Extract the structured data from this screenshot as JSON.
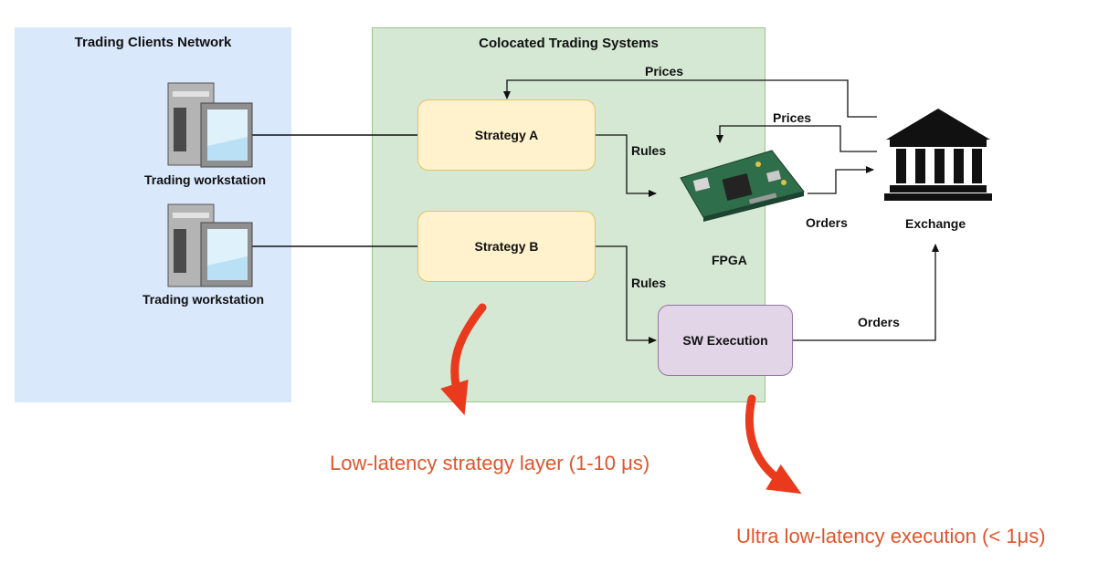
{
  "panels": {
    "clients_title": "Trading Clients Network",
    "colocated_title": "Colocated Trading Systems"
  },
  "nodes": {
    "workstation_1": "Trading workstation",
    "workstation_2": "Trading workstation",
    "strategy_a": "Strategy A",
    "strategy_b": "Strategy B",
    "fpga": "FPGA",
    "sw_execution": "SW Execution",
    "exchange": "Exchange"
  },
  "edges": {
    "prices_top": "Prices",
    "prices_fpga": "Prices",
    "rules_a": "Rules",
    "rules_b": "Rules",
    "orders_fpga": "Orders",
    "orders_sw": "Orders"
  },
  "annotations": {
    "strategy_layer": "Low-latency strategy layer (1-10 μs)",
    "execution_layer": "Ultra low-latency execution (< 1μs)"
  },
  "colors": {
    "clients_panel": "#dae8fc",
    "colocated_panel": "#d5e8d4",
    "strategy_box": "#fff2cc",
    "execution_box": "#e1d5e7",
    "annotation": "#e0552b"
  }
}
